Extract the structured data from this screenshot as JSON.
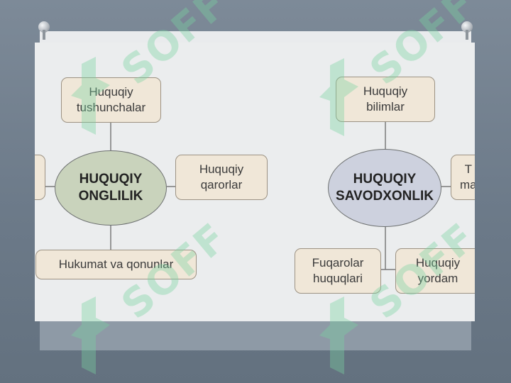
{
  "diagram_left": {
    "center": "HUQUQIY\nONGLILIK",
    "top": "Huquqiy\ntushunchalar",
    "right": "Huquqiy\nqarorlar",
    "bottom": "Hukumat va qonunlar"
  },
  "diagram_right": {
    "center": "HUQUQIY\nSAVODXONLIK",
    "top": "Huquqiy\nbilimlar",
    "right_partial": "T\nma",
    "bottom_left": "Fuqarolar\nhuquqlari",
    "bottom_right": "Huquqiy\nyordam"
  },
  "watermark": "SOFF",
  "colors": {
    "box_fill": "#f0e7d8",
    "ellipse_left": "#c9d3bc",
    "ellipse_right": "#cdd1de",
    "watermark": "#78d2a0"
  }
}
